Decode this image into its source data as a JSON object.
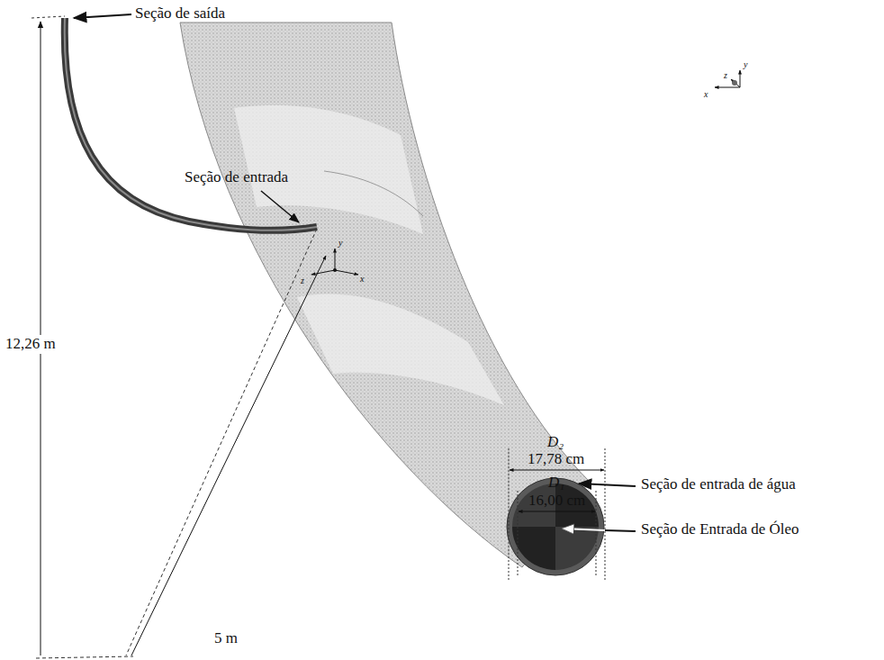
{
  "diagram": {
    "labels": [
      "Seção de saída",
      "12,26 m",
      "Seção de entrada",
      "5 m",
      "D₂",
      "17,78 cm",
      "D₁",
      "16,00 cm",
      "Seção de entrada de água",
      "Seção de Entrada de Óleo",
      "y",
      "z",
      "x",
      "y",
      "z",
      "x"
    ]
  }
}
